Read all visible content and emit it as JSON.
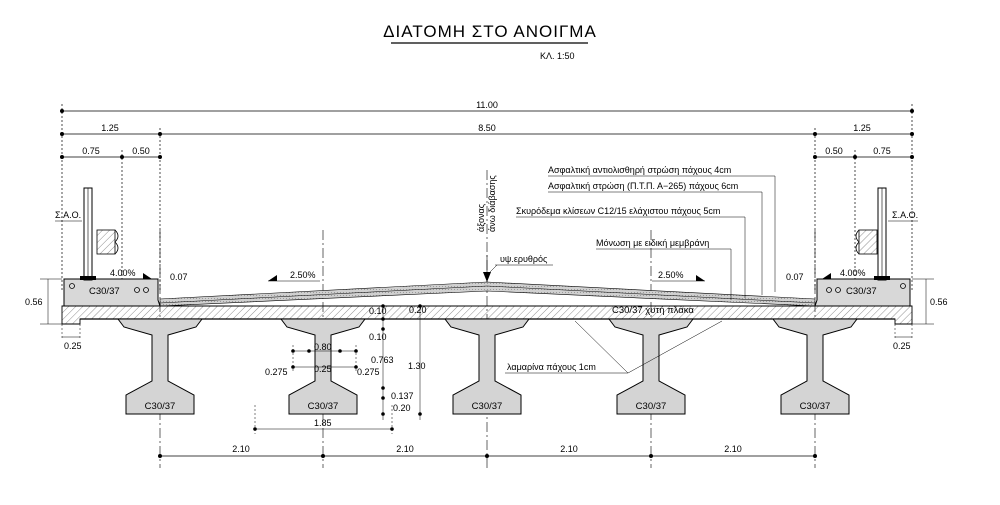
{
  "title": "ΔΙΑΤΟΜΗ ΣΤΟ ΑΝΟΙΓΜΑ",
  "scale": "ΚΛ. 1:50",
  "dims_top": {
    "overall": "11.00",
    "left_overhang": "1.25",
    "middle": "8.50",
    "right_overhang": "1.25",
    "left_a": "0.75",
    "left_b": "0.50",
    "right_a": "0.50",
    "right_b": "0.75"
  },
  "labels": {
    "sao_left": "Σ.Α.Ο.",
    "sao_right": "Σ.Α.Ο.",
    "axis": "άξονας άνω διάβασης",
    "axis_line1": "άξονας",
    "axis_line2": "άνω διάβασης",
    "red_level": "υψ.ερυθρός",
    "slope_sidewalk_left": "4.00%",
    "slope_sidewalk_right": "4.00%",
    "slope_deck_left": "2.50%",
    "slope_deck_right": "2.50%",
    "curb_left": "0.07",
    "curb_right": "0.07",
    "slab_conc": "C30/37 χυτή πλάκα",
    "curb_conc_left": "C30/37",
    "curb_conc_right": "C30/37",
    "steel_sheet": "λαμαρίνα πάχους 1cm"
  },
  "layers": [
    "Ασφαλτική αντιολισθηρή στρώση πάχους 4cm",
    "Ασφαλτική στρώση (Π.Τ.Π. Α−265) πάχους 6cm",
    "Σκυρόδεμα κλίσεων C12/15 ελάχιστου πάχους 5cm",
    "Μόνωση με ειδική μεμβράνη"
  ],
  "beam_conc": [
    "C30/37",
    "C30/37",
    "C30/37",
    "C30/37",
    "C30/37"
  ],
  "beam_dims": {
    "top_flange": "0.80",
    "web_left": "0.275",
    "web": "0.25",
    "web_right": "0.275",
    "bottom_flange": "1.85",
    "slab_t1": "0.10",
    "slab_t2": "0.10",
    "slab_t3": "0.20",
    "height_part": "0.763",
    "height_total": "1.30",
    "bottom_a": "0.137",
    "bottom_b": "0.20"
  },
  "side_dims": {
    "left_h": "0.56",
    "right_h": "0.56",
    "left_e": "0.25",
    "right_e": "0.25"
  },
  "beam_spacing": [
    "2.10",
    "2.10",
    "2.10",
    "2.10"
  ]
}
